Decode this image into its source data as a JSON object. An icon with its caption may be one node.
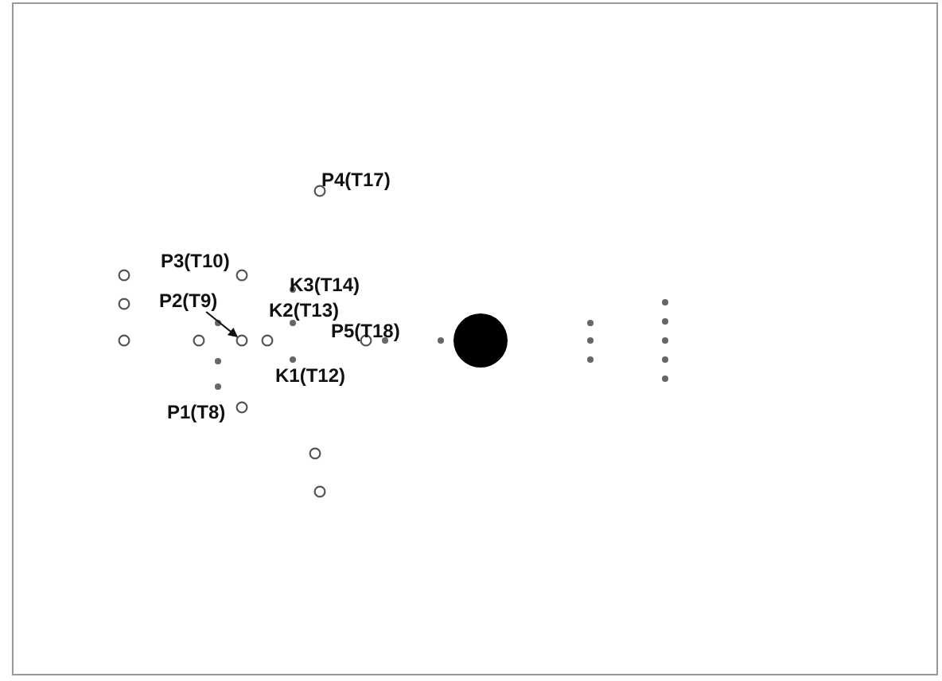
{
  "diagram": {
    "nodes": [
      {
        "text": [
          "P2(T9)"
        ]
      },
      {
        "text": [],
        "shape": "circle"
      }
    ],
    "edges": [
      {
        "from": 0,
        "to": 1,
        "arrow": "to"
      }
    ],
    "labels": [
      "P4(T17)",
      "P3(T10)",
      "K3(T14)",
      "K2(T13)",
      "P5(T18)",
      "K1(T12)",
      "P1(T8)"
    ]
  }
}
